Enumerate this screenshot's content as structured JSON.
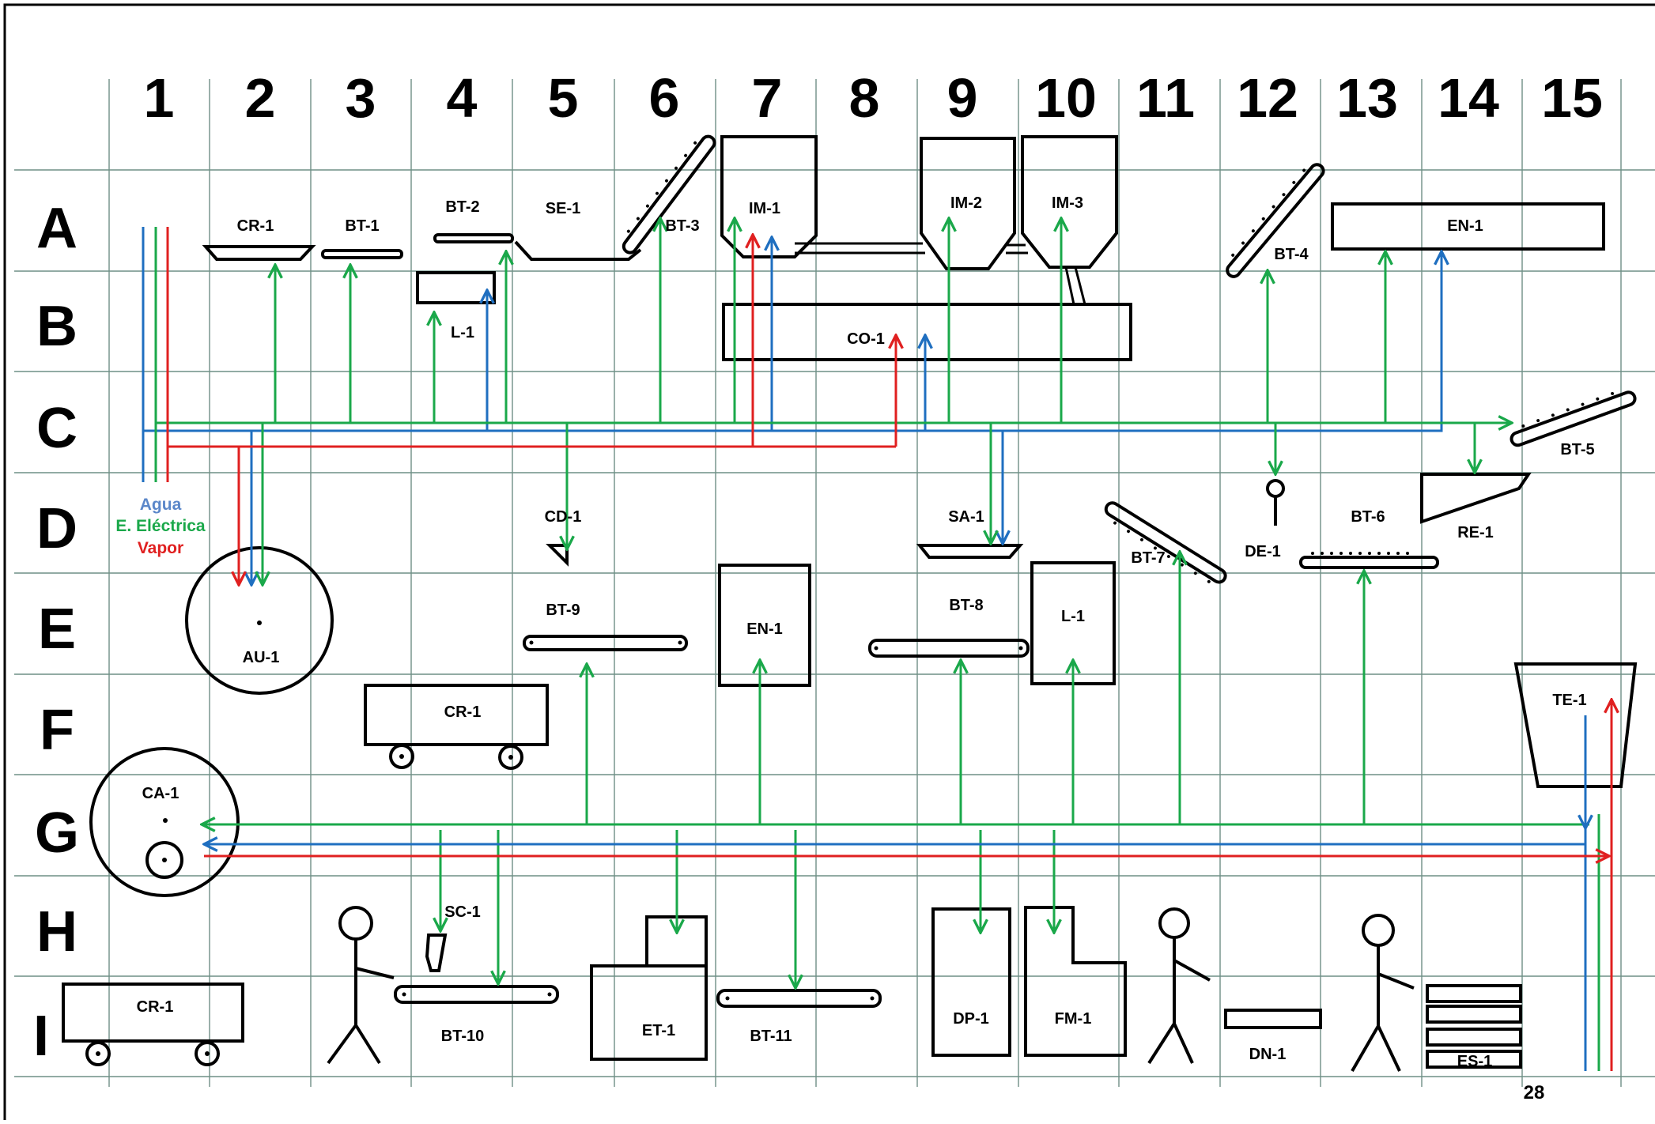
{
  "page_number": "28",
  "columns": [
    "1",
    "2",
    "3",
    "4",
    "5",
    "6",
    "7",
    "8",
    "9",
    "10",
    "11",
    "12",
    "13",
    "14",
    "15"
  ],
  "rows": [
    "A",
    "B",
    "C",
    "D",
    "E",
    "F",
    "G",
    "H",
    "I"
  ],
  "legend": {
    "water": "Agua",
    "power": "E. Eléctrica",
    "steam": "Vapor"
  },
  "colors": {
    "water": "#1f6fc0",
    "power": "#1aa84a",
    "steam": "#e02020",
    "legend_water": "#5b87c9"
  },
  "equipment": {
    "cr1_a": "CR-1",
    "bt1": "BT-1",
    "bt2": "BT-2",
    "se1": "SE-1",
    "bt3": "BT-3",
    "im1": "IM-1",
    "im2": "IM-2",
    "im3": "IM-3",
    "bt4": "BT-4",
    "en1_a": "EN-1",
    "l1_b": "L-1",
    "co1": "CO-1",
    "bt5": "BT-5",
    "cd1": "CD-1",
    "sa1": "SA-1",
    "bt7": "BT-7",
    "de1": "DE-1",
    "bt6": "BT-6",
    "re1": "RE-1",
    "au1": "AU-1",
    "bt9": "BT-9",
    "en1_e": "EN-1",
    "bt8": "BT-8",
    "l1_e": "L-1",
    "cr1_f": "CR-1",
    "te1": "TE-1",
    "ca1": "CA-1",
    "sc1": "SC-1",
    "cr1_i": "CR-1",
    "bt10": "BT-10",
    "et1": "ET-1",
    "bt11": "BT-11",
    "dp1": "DP-1",
    "fm1": "FM-1",
    "dn1": "DN-1",
    "es1": "ES-1"
  }
}
